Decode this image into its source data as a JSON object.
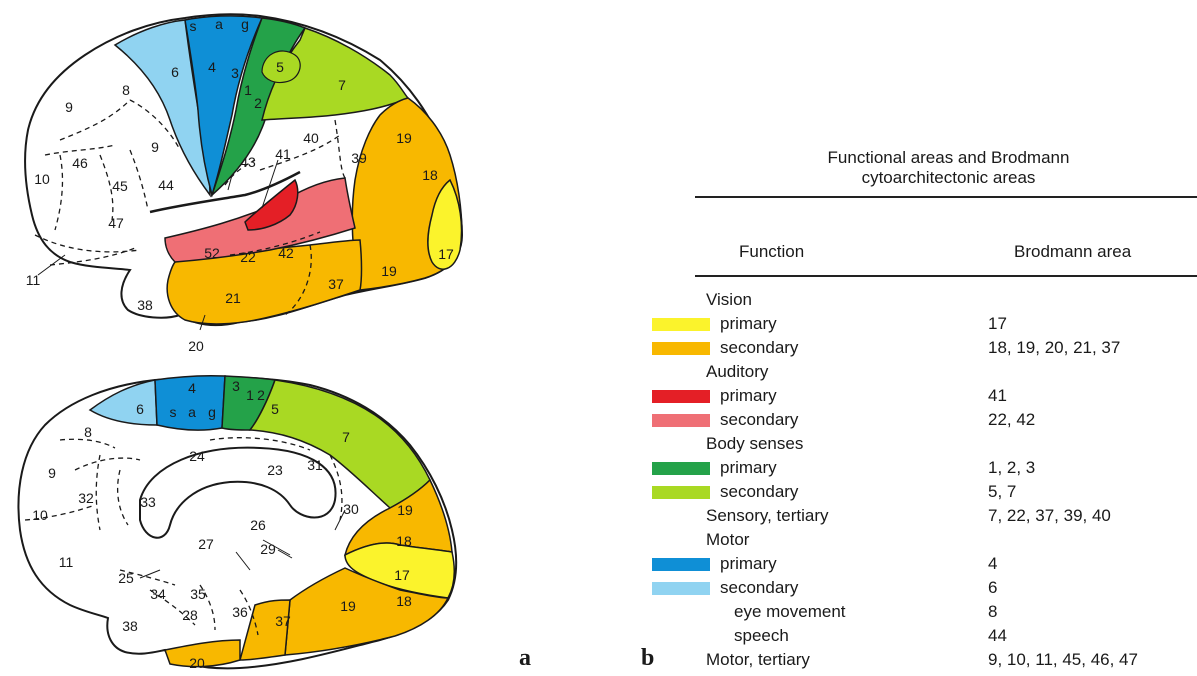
{
  "colors": {
    "vision_primary": "#fbf32c",
    "vision_secondary": "#f8b800",
    "auditory_primary": "#e41f26",
    "auditory_secondary": "#ef6f75",
    "body_primary": "#24a249",
    "body_secondary": "#a9d923",
    "motor_primary": "#0f8fd6",
    "motor_secondary": "#90d3f1"
  },
  "panel_labels": {
    "a": "a",
    "b": "b"
  },
  "lateral_labels": [
    "s",
    "a",
    "g",
    "6",
    "4",
    "3",
    "1",
    "2",
    "5",
    "7",
    "8",
    "9",
    "9",
    "46",
    "10",
    "45",
    "44",
    "43",
    "40",
    "41",
    "39",
    "19",
    "18",
    "17",
    "19",
    "47",
    "11",
    "52",
    "22",
    "42",
    "37",
    "21",
    "38",
    "20"
  ],
  "medial_labels": [
    "4",
    "s",
    "a",
    "g",
    "3",
    "1",
    "2",
    "5",
    "6",
    "7",
    "8",
    "24",
    "23",
    "31",
    "9",
    "32",
    "33",
    "10",
    "30",
    "19",
    "18",
    "26",
    "29",
    "27",
    "11",
    "25",
    "17",
    "34",
    "35",
    "28",
    "36",
    "37",
    "19",
    "18",
    "38",
    "20"
  ],
  "table": {
    "title_line1": "Functional areas and Brodmann",
    "title_line2": "cytoarchitectonic areas",
    "col_function": "Function",
    "col_area": "Brodmann area",
    "rows": [
      {
        "label": "Vision",
        "area": ""
      },
      {
        "label": "primary",
        "area": "17"
      },
      {
        "label": "secondary",
        "area": "18, 19, 20, 21, 37"
      },
      {
        "label": "Auditory",
        "area": ""
      },
      {
        "label": "primary",
        "area": "41"
      },
      {
        "label": "secondary",
        "area": "22, 42"
      },
      {
        "label": "Body senses",
        "area": ""
      },
      {
        "label": "primary",
        "area": "1, 2, 3"
      },
      {
        "label": "secondary",
        "area": "5, 7"
      },
      {
        "label": "Sensory, tertiary",
        "area": "7, 22, 37, 39, 40"
      },
      {
        "label": "Motor",
        "area": ""
      },
      {
        "label": "primary",
        "area": "4"
      },
      {
        "label": "secondary",
        "area": "6"
      },
      {
        "label": "eye movement",
        "area": "8"
      },
      {
        "label": "speech",
        "area": "44"
      },
      {
        "label": "Motor, tertiary",
        "area": "9, 10, 11, 45, 46, 47"
      }
    ]
  }
}
